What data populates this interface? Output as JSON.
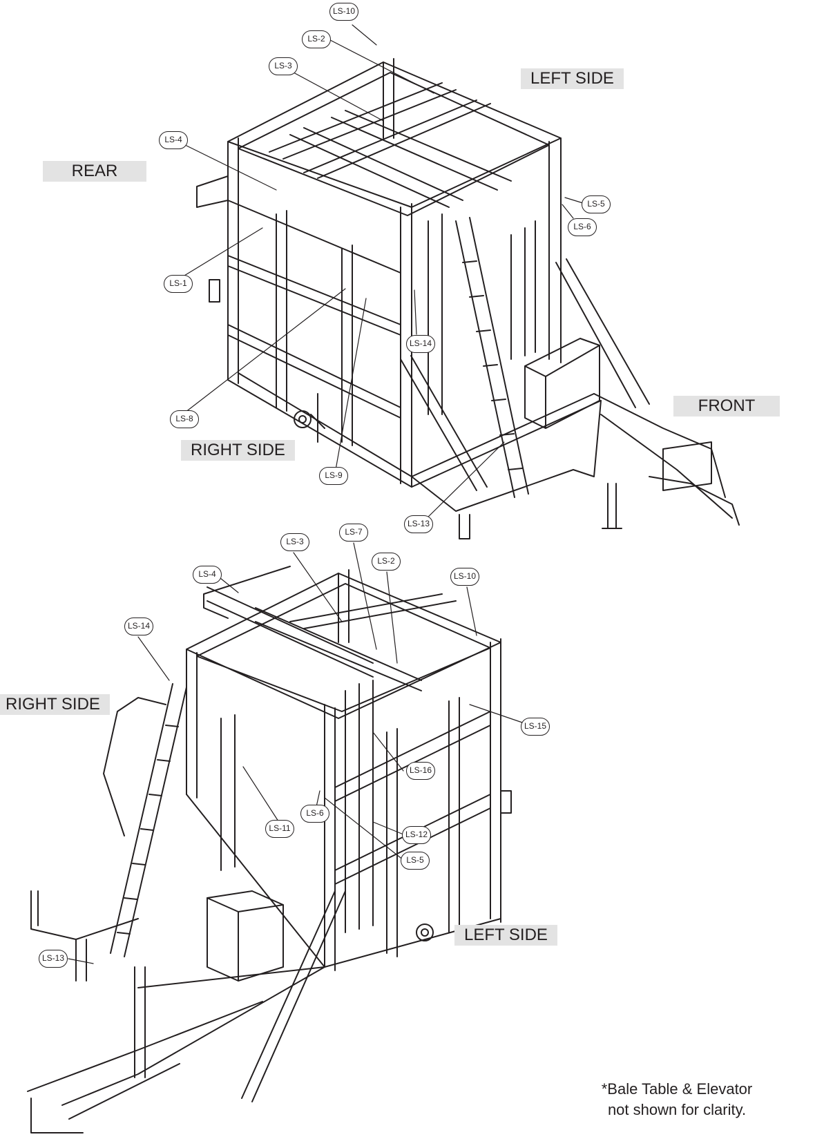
{
  "views": {
    "top": {
      "labels": {
        "left_side": "LEFT SIDE",
        "rear": "REAR",
        "right_side": "RIGHT SIDE",
        "front": "FRONT"
      },
      "callouts": [
        "LS-10",
        "LS-2",
        "LS-3",
        "LS-4",
        "LS-5",
        "LS-6",
        "LS-1",
        "LS-14",
        "LS-8",
        "LS-9",
        "LS-13"
      ]
    },
    "bottom": {
      "labels": {
        "right_side": "RIGHT SIDE",
        "left_side": "LEFT SIDE"
      },
      "callouts": [
        "LS-4",
        "LS-3",
        "LS-7",
        "LS-2",
        "LS-10",
        "LS-14",
        "LS-15",
        "LS-16",
        "LS-12",
        "LS-11",
        "LS-6",
        "LS-5",
        "LS-13"
      ]
    }
  },
  "note": {
    "line1": "*Bale Table & Elevator",
    "line2": "not shown for clarity."
  }
}
